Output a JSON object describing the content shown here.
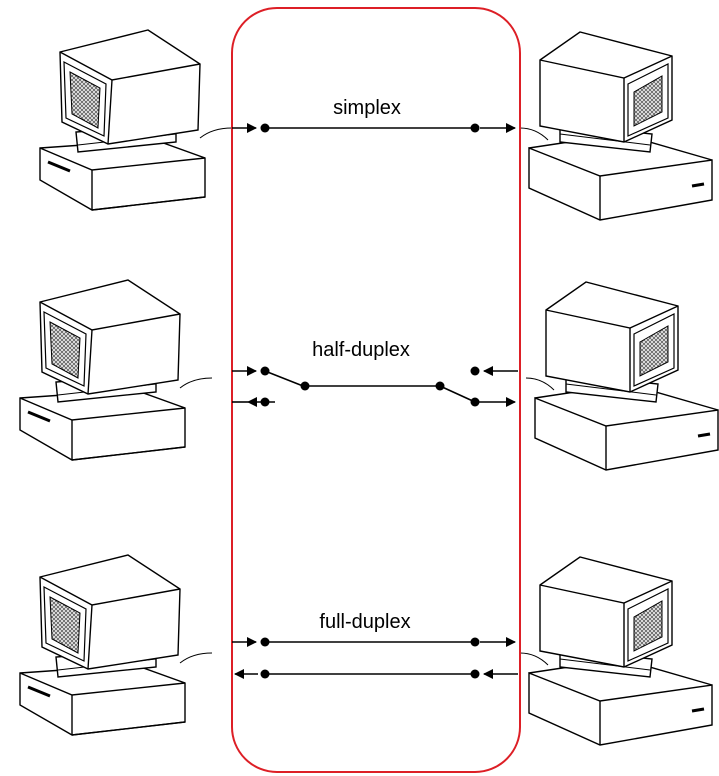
{
  "labels": {
    "simplex": "simplex",
    "half_duplex": "half-duplex",
    "full_duplex": "full-duplex"
  },
  "colors": {
    "channel_border": "#dd1f26",
    "line": "#000000",
    "screen_fill": "#8a8a8a"
  },
  "icons": {
    "computer": "computer-icon"
  }
}
